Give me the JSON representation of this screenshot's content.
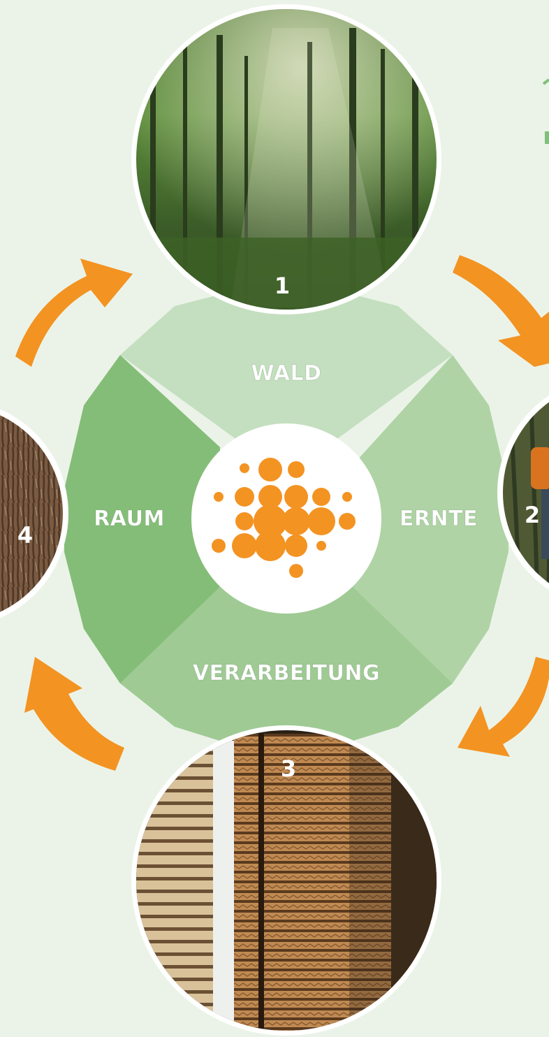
{
  "segments": {
    "top": "WALD",
    "right": "ERNTE",
    "bottom": "VERARBEITUNG",
    "left": "RAUM"
  },
  "photos": [
    {
      "number": "1",
      "subject": "forest"
    },
    {
      "number": "2",
      "subject": "harvest-worker"
    },
    {
      "number": "3",
      "subject": "lumber-stacks"
    },
    {
      "number": "4",
      "subject": "tree-bark"
    }
  ],
  "colors": {
    "background": "#ebf3e8",
    "segment_top": "#c4dfbf",
    "segment_right": "#afd3a5",
    "segment_bottom": "#9fca94",
    "segment_left": "#84bd78",
    "arrow": "#f39322",
    "logo": "#f39322"
  },
  "icons": {
    "center_logo": "dot-cluster-logo-icon",
    "cycle_arrow": "curved-arrow-icon"
  }
}
